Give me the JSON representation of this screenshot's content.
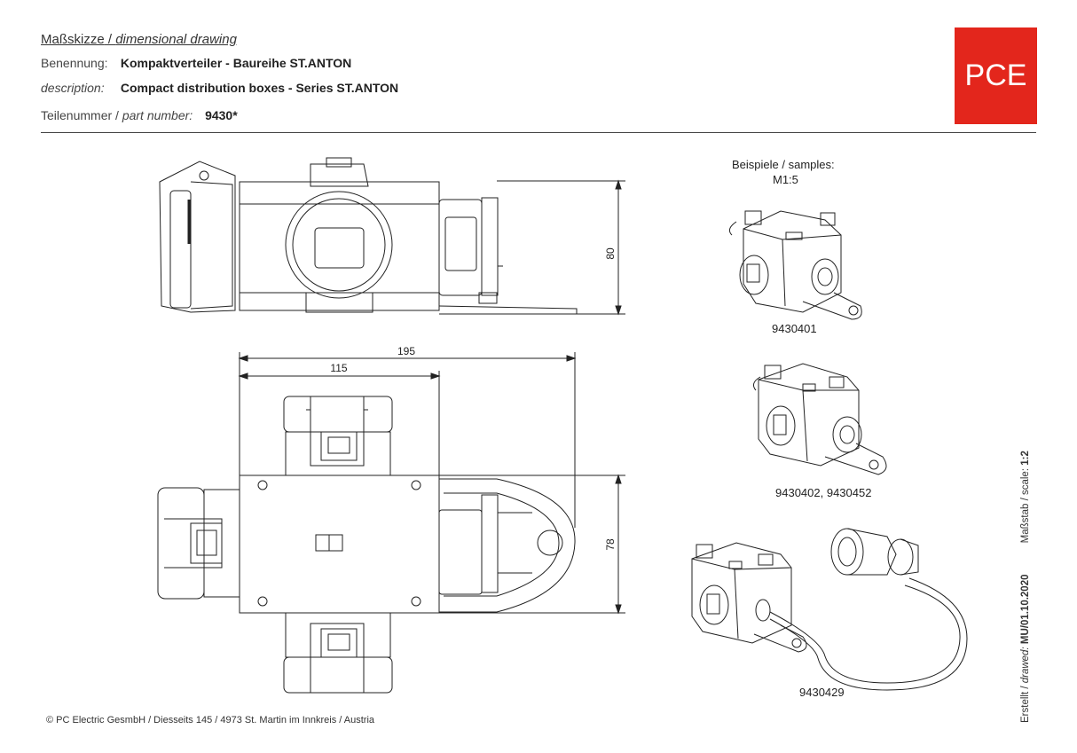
{
  "header": {
    "title_de": "Maßskizze",
    "title_sep": " / ",
    "title_en": "dimensional drawing",
    "name_label": "Benennung:",
    "name_value": "Kompaktverteiler - Baureihe ST.ANTON",
    "desc_label": "description:",
    "desc_value": "Compact distribution boxes - Series ST.ANTON",
    "pn_label_de": "Teilenummer / ",
    "pn_label_en": "part number:",
    "pn_value": "9430*"
  },
  "logo": {
    "text": "PCE",
    "color": "#e3261c"
  },
  "dimensions": {
    "height_side": "80",
    "length_total": "195",
    "length_body": "115",
    "width_top": "78"
  },
  "samples": {
    "heading": "Beispiele / samples:",
    "scale": "M1:5",
    "items": [
      {
        "label": "9430401"
      },
      {
        "label": "9430402, 9430452"
      },
      {
        "label": "9430429"
      }
    ]
  },
  "sidebar": {
    "created_de": "Erstellt / ",
    "created_en": "drawed:",
    "created_value": "MU/01.10.2020",
    "scale_label": "Maßstab / scale:",
    "scale_value": "1:2"
  },
  "footer": {
    "copyright": "© PC Electric GesmbH / Diesseits 145 / 4973 St. Martin im Innkreis / Austria"
  }
}
